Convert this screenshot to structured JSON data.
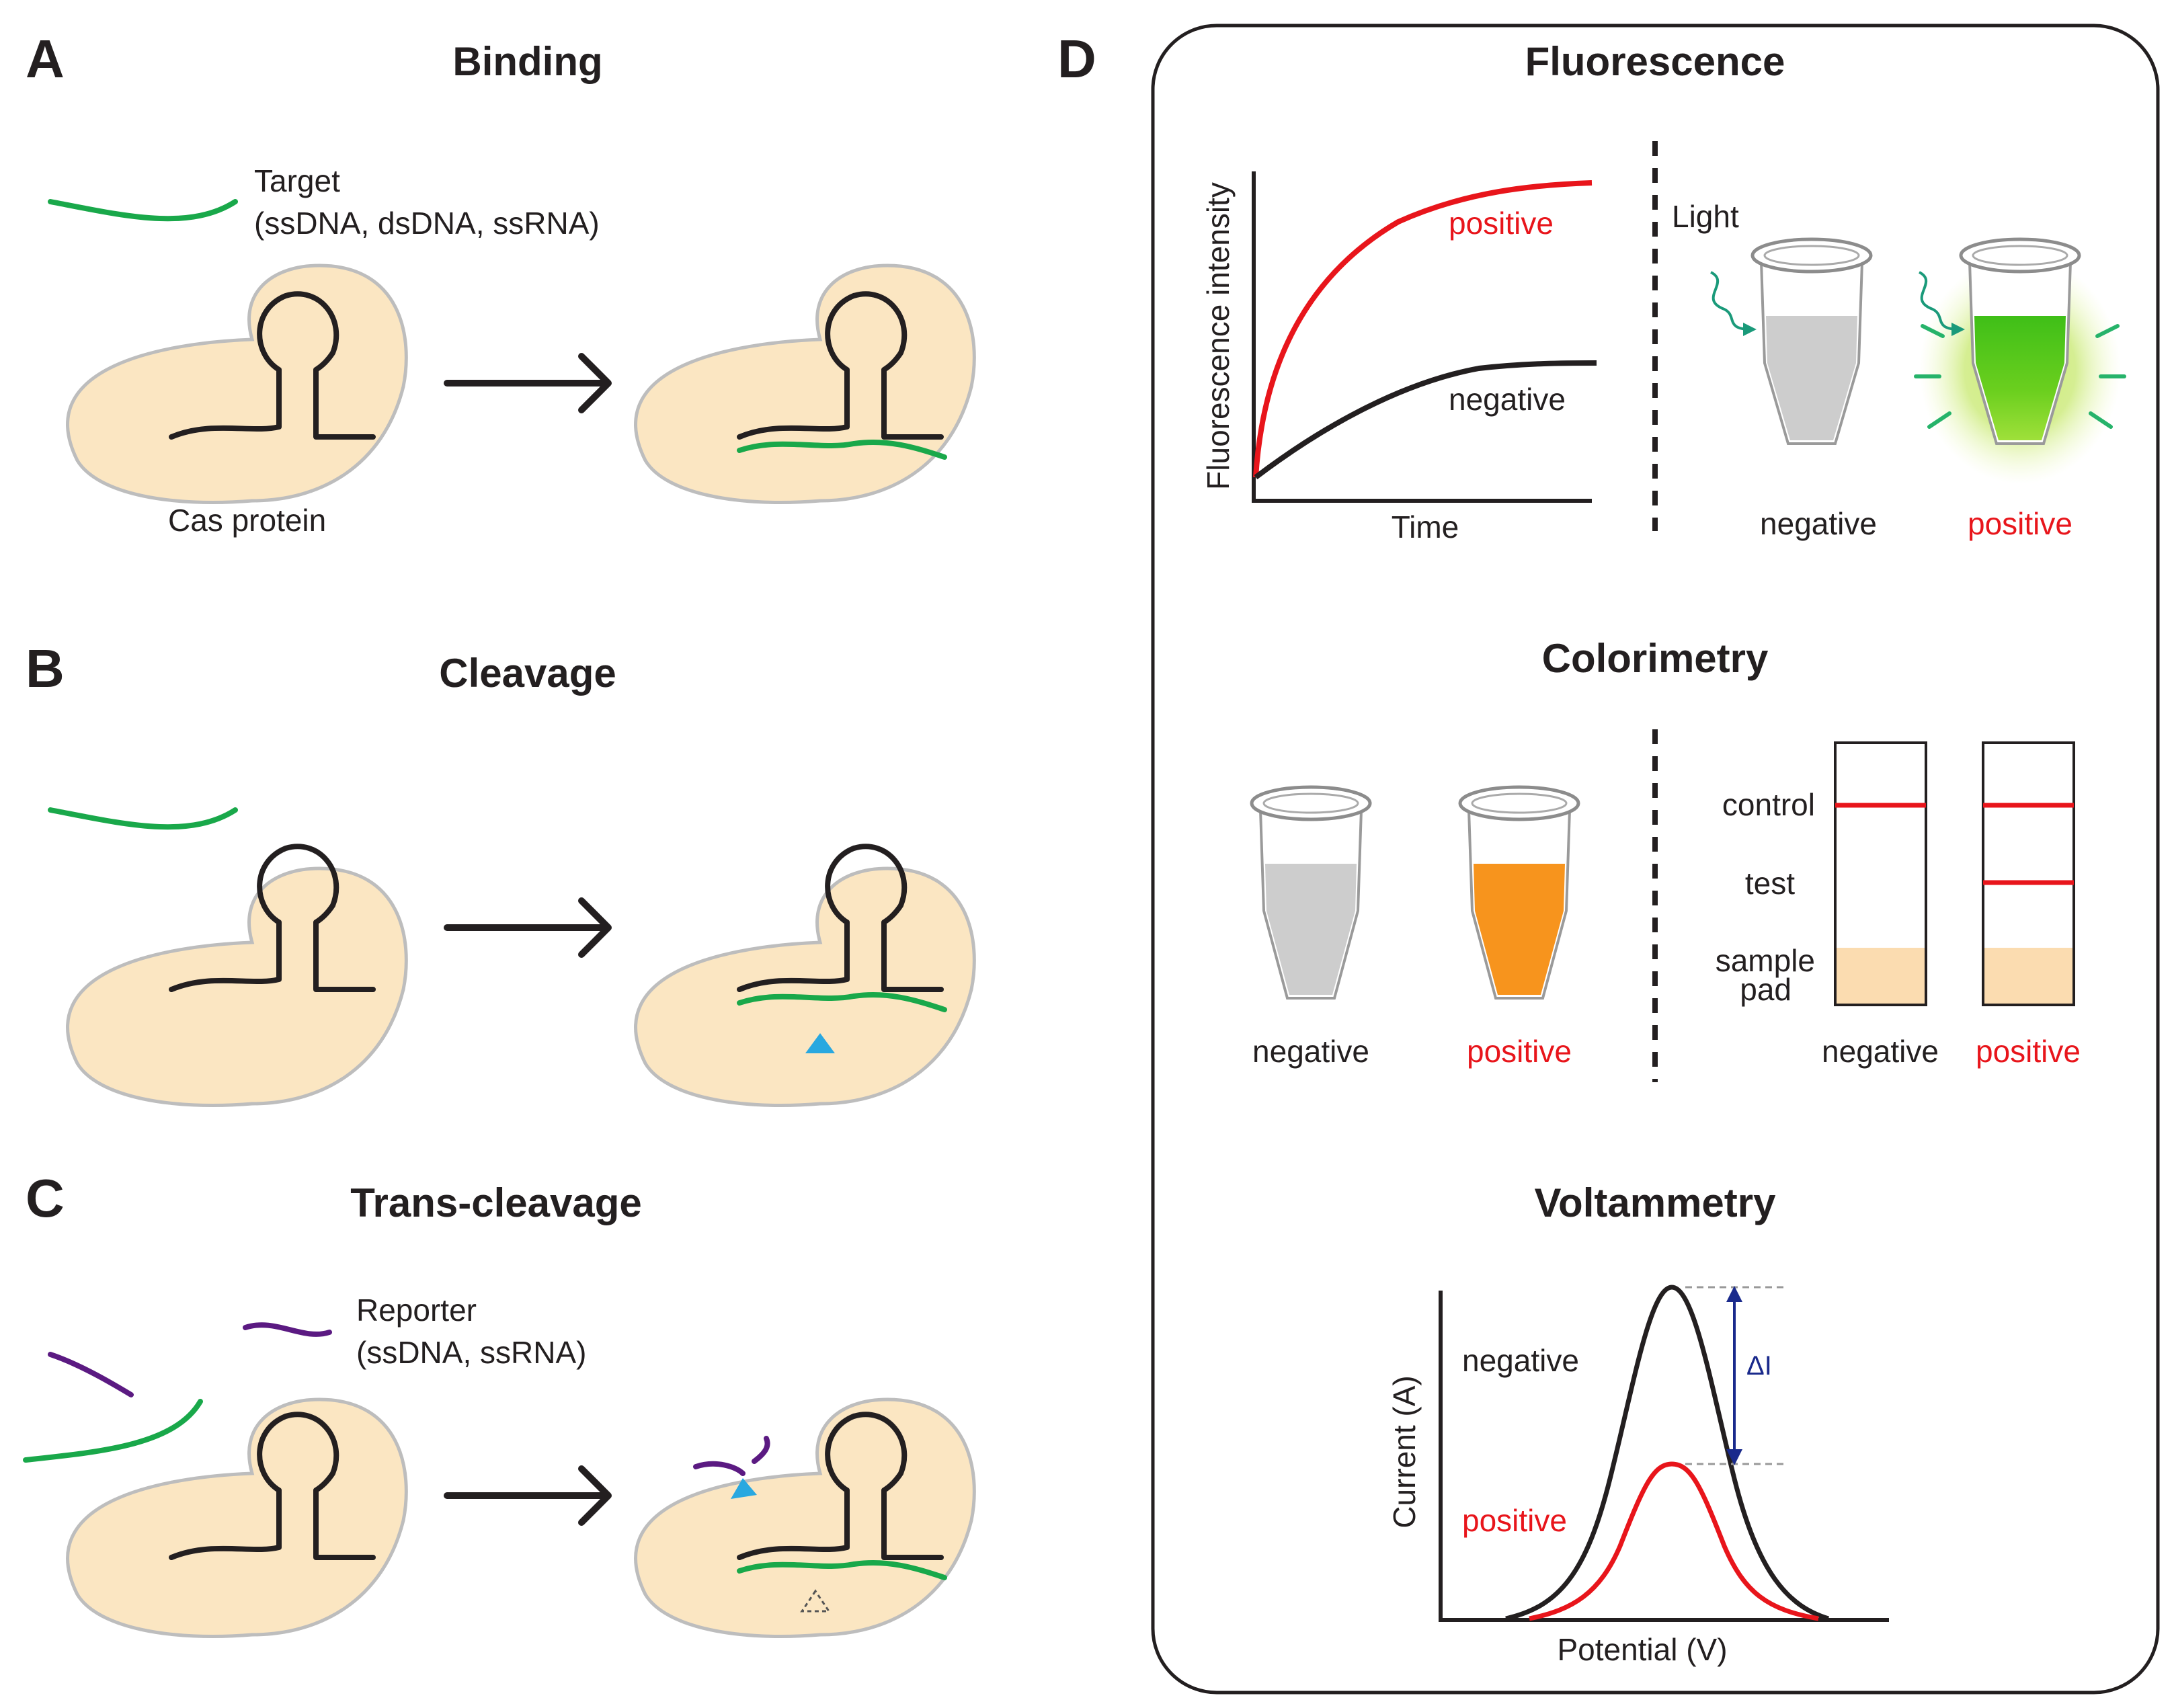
{
  "panels": {
    "A": {
      "letter": "A",
      "title": "Binding",
      "target_label_1": "Target",
      "target_label_2": "(ssDNA, dsDNA, ssRNA)",
      "protein_label": "Cas protein"
    },
    "B": {
      "letter": "B",
      "title": "Cleavage"
    },
    "C": {
      "letter": "C",
      "title": "Trans-cleavage",
      "reporter_label_1": "Reporter",
      "reporter_label_2": "(ssDNA, ssRNA)"
    },
    "D": {
      "letter": "D",
      "fluorescence": {
        "title": "Fluorescence",
        "ylabel": "Fluorescence intensity",
        "xlabel": "Time",
        "positive": "positive",
        "negative": "negative",
        "light": "Light",
        "tube_negative": "negative",
        "tube_positive": "positive"
      },
      "colorimetry": {
        "title": "Colorimetry",
        "tube_negative": "negative",
        "tube_positive": "positive",
        "control": "control",
        "test": "test",
        "sample": "sample",
        "pad": "pad",
        "strip_negative": "negative",
        "strip_positive": "positive"
      },
      "voltammetry": {
        "title": "Voltammetry",
        "ylabel": "Current (A)",
        "xlabel": "Potential (V)",
        "negative": "negative",
        "positive": "positive",
        "delta": "ΔI"
      }
    }
  },
  "colors": {
    "positive": "#e8151b",
    "negative": "#231f20",
    "target": "#19a84a",
    "reporter": "#5b1a82",
    "cleavage": "#29a8e0",
    "cas_fill": "#fbe6c2",
    "colorimetric_positive": "#f7941d",
    "fluorescent_positive": "#5fc11a"
  }
}
